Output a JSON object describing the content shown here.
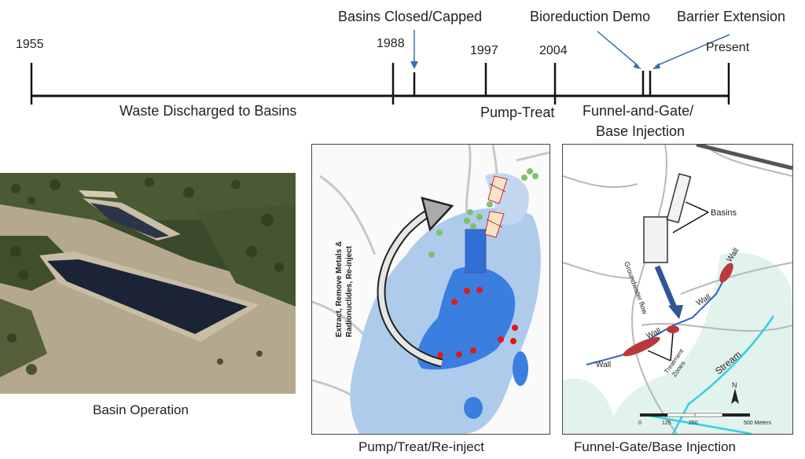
{
  "timeline": {
    "years": {
      "y1955": "1955",
      "y1988": "1988",
      "y1997": "1997",
      "y2004": "2004",
      "present": "Present"
    },
    "events": {
      "basins_closed": "Basins Closed/Capped",
      "bioreduction": "Bioreduction Demo",
      "barrier_extension": "Barrier Extension"
    },
    "periods": {
      "waste": "Waste Discharged to Basins",
      "pump_treat": "Pump-Treat",
      "funnel_line1": "Funnel-and-Gate/",
      "funnel_line2": "Base Injection"
    }
  },
  "panels": {
    "basin": {
      "caption": "Basin Operation"
    },
    "pump": {
      "caption": "Pump/Treat/Re-inject",
      "arrow_label_line1": "Extract, Remove Metals &",
      "arrow_label_line2": "Radionuclides, Re-inject"
    },
    "funnel": {
      "caption": "Funnel-Gate/Base Injection",
      "basins_label": "Basins",
      "groundwater_label": "Groundwater flow",
      "wall_label": "Wall",
      "treatment_label_line1": "Treatment",
      "treatment_label_line2": "Zones",
      "stream_label": "Stream",
      "north_label": "N",
      "scale_ticks": [
        "0",
        "125",
        "250",
        "500 Meters"
      ]
    }
  },
  "colors": {
    "timeline": "#111111",
    "pointer_arrow": "#3a6fb0",
    "plume_light": "#aecbeb",
    "plume_dark": "#2f6fd6",
    "well_red": "#e0191a",
    "well_green": "#7cc26a",
    "wall_red": "#b83a3a",
    "stream": "#2fd0e8"
  }
}
